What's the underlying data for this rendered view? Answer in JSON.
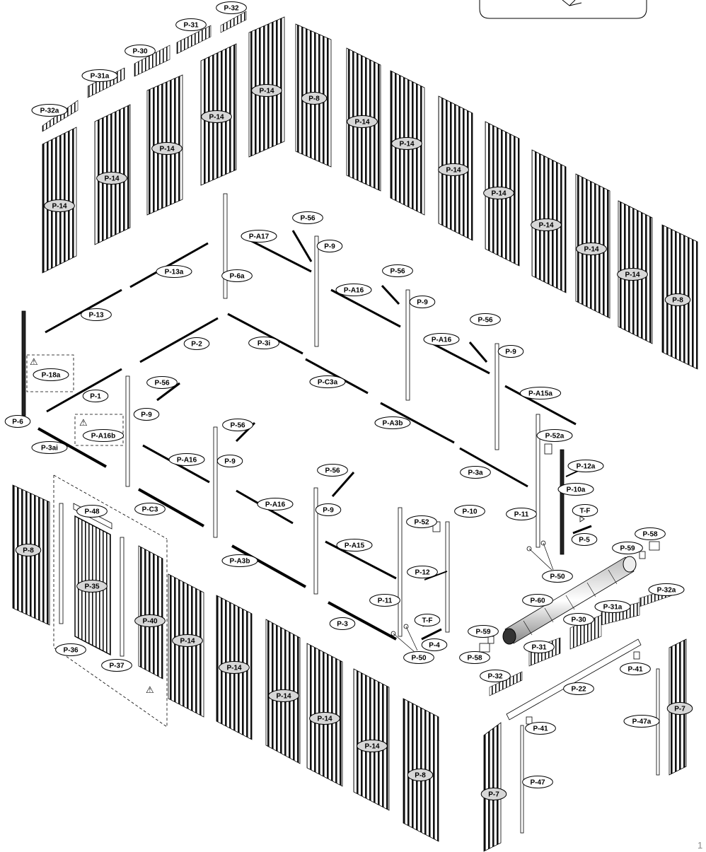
{
  "labels": {
    "P32_top": "P-32",
    "P31_top": "P-31",
    "P30_top": "P-30",
    "P31a_top": "P-31a",
    "P32a_top": "P-32a",
    "P14_back_l1": "P-14",
    "P14_back_l2": "P-14",
    "P14_back_l3": "P-14",
    "P14_back_l4": "P-14",
    "P14_back_l5": "P-14",
    "P8_back_corner": "P-8",
    "P14_back_r1": "P-14",
    "P14_back_r2": "P-14",
    "P14_back_r3": "P-14",
    "P14_back_r4": "P-14",
    "P14_back_r5": "P-14",
    "P14_back_r6": "P-14",
    "P14_back_r7": "P-14",
    "P8_right_end": "P-8",
    "P6a": "P-6a",
    "PA17": "P-A17",
    "P56_1": "P-56",
    "P9_1": "P-9",
    "P13a": "P-13a",
    "P13": "P-13",
    "PA16_1": "P-A16",
    "P56_2": "P-56",
    "P9_2": "P-9",
    "P2": "P-2",
    "P3i": "P-3i",
    "PA16_2": "P-A16",
    "P56_3": "P-56",
    "P9_3": "P-9",
    "P18a": "P-18a",
    "P1": "P-1",
    "P56_4": "P-56",
    "P9_4": "P-9",
    "PC3a": "P-C3a",
    "PA15a": "P-A15a",
    "P6": "P-6",
    "PA16b": "P-A16b",
    "P3ai": "P-3ai",
    "P56_5": "P-56",
    "PA3b_1": "P-A3b",
    "P52a": "P-52a",
    "P12a": "P-12a",
    "PA16_3": "P-A16",
    "P9_5": "P-9",
    "P56_6": "P-56",
    "P3a": "P-3a",
    "P10a": "P-10a",
    "P8_left": "P-8",
    "P48": "P-48",
    "PC3": "P-C3",
    "PA16_4": "P-A16",
    "P9_6": "P-9",
    "P52": "P-52",
    "P10": "P-10",
    "P11_1": "P-11",
    "TF_1": "T-F",
    "P58_1": "P-58",
    "PA15": "P-A15",
    "P5": "P-5",
    "P59_1": "P-59",
    "PA3b_2": "P-A3b",
    "P12": "P-12",
    "P50_1": "P-50",
    "P35": "P-35",
    "P11_2": "P-11",
    "P60": "P-60",
    "P32a_r": "P-32a",
    "P31a_r": "P-31a",
    "P40": "P-40",
    "TF_2": "T-F",
    "P3": "P-3",
    "P30_r": "P-30",
    "P4": "P-4",
    "P59_2": "P-59",
    "P14_front_1": "P-14",
    "P36": "P-36",
    "P50_2": "P-50",
    "P31_r": "P-31",
    "P58_2": "P-58",
    "P37": "P-37",
    "P14_front_2": "P-14",
    "P41_1": "P-41",
    "P32_r": "P-32",
    "P22": "P-22",
    "P14_front_3": "P-14",
    "P14_front_4": "P-14",
    "P7_r": "P-7",
    "P47a": "P-47a",
    "P41_2": "P-41",
    "P14_front_5": "P-14",
    "P8_front": "P-8",
    "P47": "P-47",
    "P7_l": "P-7"
  },
  "warning_symbol": "⚠",
  "page_number": "1",
  "icons": {
    "warning": "warning-triangle-icon"
  }
}
